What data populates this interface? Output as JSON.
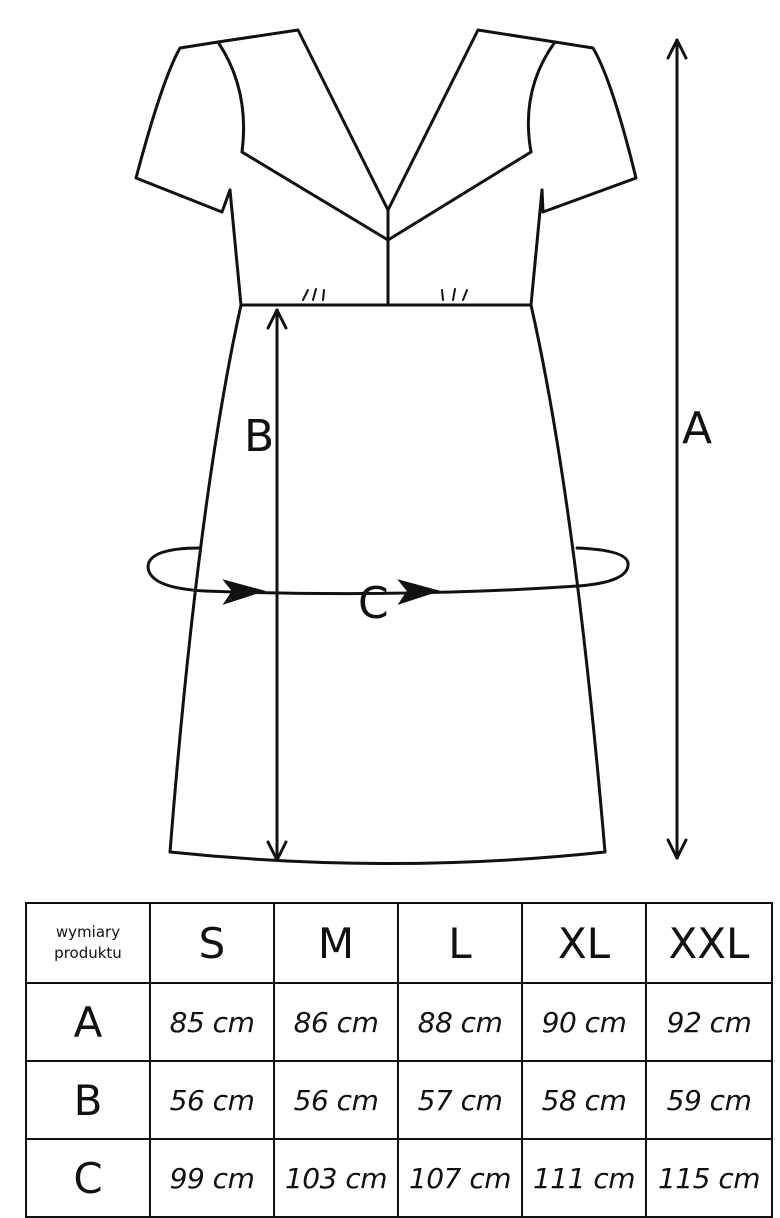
{
  "diagram": {
    "labels": {
      "length": "A",
      "skirt_length": "B",
      "hip": "C"
    }
  },
  "table": {
    "corner_label": "wymiary produktu",
    "sizes": [
      "S",
      "M",
      "L",
      "XL",
      "XXL"
    ],
    "rows": [
      {
        "label": "A",
        "values": [
          "85 cm",
          "86 cm",
          "88 cm",
          "90 cm",
          "92 cm"
        ]
      },
      {
        "label": "B",
        "values": [
          "56 cm",
          "56 cm",
          "57 cm",
          "58 cm",
          "59 cm"
        ]
      },
      {
        "label": "C",
        "values": [
          "99 cm",
          "103 cm",
          "107 cm",
          "111 cm",
          "115 cm"
        ]
      }
    ]
  }
}
